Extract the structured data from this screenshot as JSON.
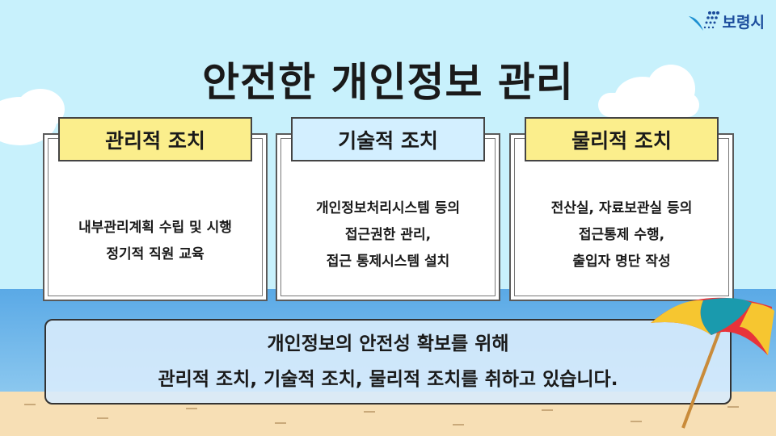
{
  "logo": {
    "text": "보령시"
  },
  "title": "안전한 개인정보 관리",
  "cards": [
    {
      "label": "관리적 조치",
      "color": "#fbee8c",
      "lines": [
        "내부관리계획 수립 및 시행",
        "정기적 직원 교육"
      ]
    },
    {
      "label": "기술적 조치",
      "color": "#d3efff",
      "lines": [
        "개인정보처리시스템 등의",
        "접근권한 관리,",
        "접근 통제시스템 설치"
      ]
    },
    {
      "label": "물리적 조치",
      "color": "#fbee8c",
      "lines": [
        "전산실, 자료보관실 등의",
        "접근통제 수행,",
        "출입자 명단 작성"
      ]
    }
  ],
  "summary": [
    "개인정보의 안전성 확보를 위해",
    "관리적 조치, 기술적 조치, 물리적 조치를 취하고 있습니다."
  ]
}
